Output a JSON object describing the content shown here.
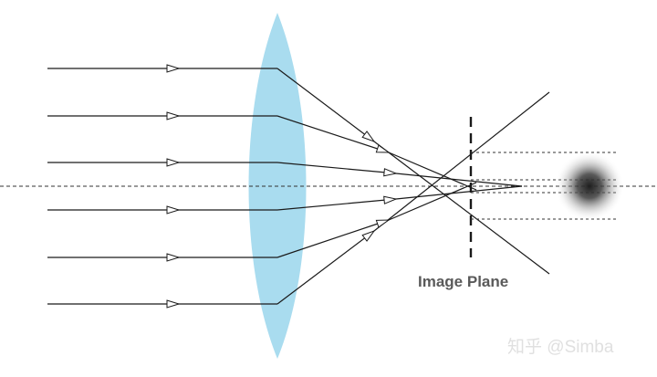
{
  "diagram": {
    "image_plane_label": "Image Plane",
    "watermark": "知乎 @Simba",
    "colors": {
      "lens_fill": "#a9dcef",
      "ray": "#1a1a1a",
      "axis": "#333333",
      "label": "#5a5a5a",
      "watermark": "#e0e0e0",
      "blur_spot": "#1e1e1e"
    },
    "components": [
      "incoming-ray",
      "converging-lens",
      "optical-axis",
      "image-plane",
      "blur-spot"
    ]
  }
}
